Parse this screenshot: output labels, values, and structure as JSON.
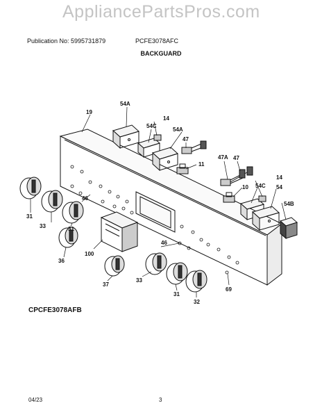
{
  "watermark": "AppliancePartsPros.com",
  "header": {
    "publication": "Publication No: 5995731879",
    "model": "PCFE3078AFC",
    "section_title": "BACKGUARD"
  },
  "diagram": {
    "model_code": "CPCFE3078AFB",
    "callouts": {
      "c19": "19",
      "c54a_top": "54A",
      "c14_top": "14",
      "c54c_top": "54C",
      "c54a_mid": "54A",
      "c47_top": "47",
      "c11": "11",
      "c47a": "47A",
      "c47_mid": "47",
      "c14_right": "14",
      "c10": "10",
      "c54c_right": "54C",
      "c54": "54",
      "c54b": "54B",
      "c46_left": "46",
      "c31_left": "31",
      "c33_left": "33",
      "c31_left2": "31",
      "c36": "36",
      "c100": "100",
      "c46_mid": "46",
      "c37": "37",
      "c33_bottom": "33",
      "c31_bottom": "31",
      "c32": "32",
      "c69": "69"
    }
  },
  "footer": {
    "date": "04/23",
    "page": "3"
  }
}
